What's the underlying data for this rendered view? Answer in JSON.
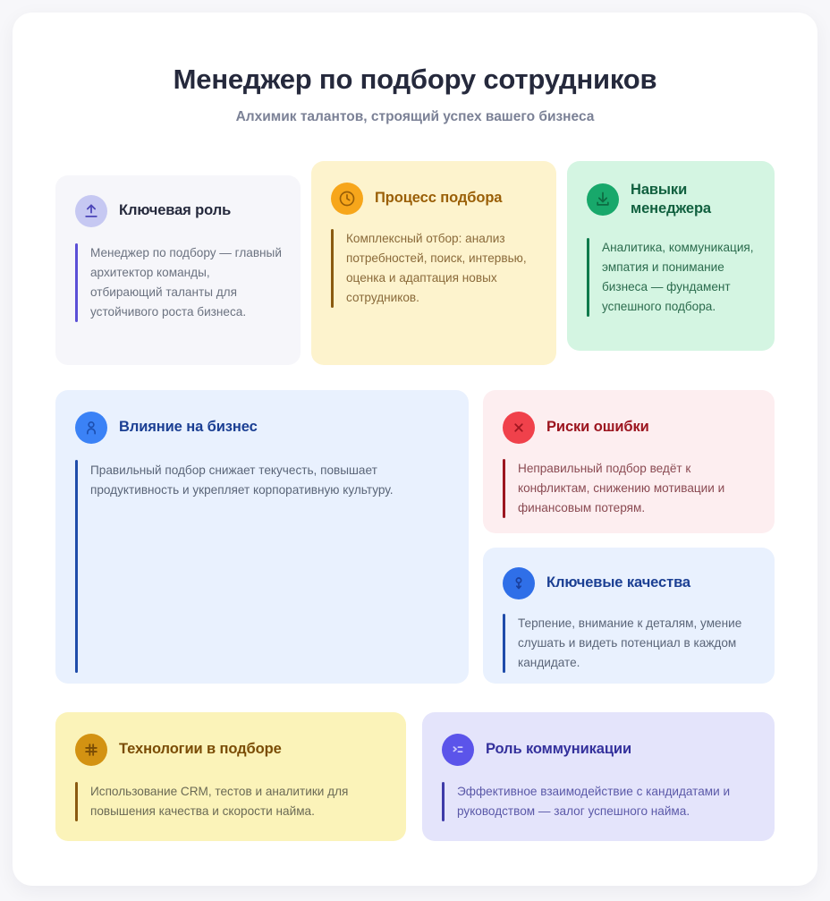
{
  "header": {
    "title": "Менеджер по подбору сотрудников",
    "subtitle": "Алхимик талантов, строящий успех вашего бизнеса",
    "title_color": "#25293c",
    "subtitle_color": "#7b8196"
  },
  "page": {
    "background": "#f7f7fa",
    "card_background": "#ffffff"
  },
  "cards": [
    {
      "id": "key-role",
      "icon": "upload-icon",
      "title": "Ключевая роль",
      "text": "Менеджер по подбору — главный архитектор команды, отбирающий таланты для устойчивого роста бизнеса.",
      "background": "#f6f6fa",
      "icon_bg": "#c6c8f2",
      "icon_color": "#4b45b8",
      "title_color": "#25293c",
      "text_color": "#6b7280",
      "accent": "#5b4fd6"
    },
    {
      "id": "process",
      "icon": "clock-icon",
      "title": "Процесс подбора",
      "text": "Комплексный отбор: анализ потребностей, поиск, интервью, оценка и адаптация новых сотрудников.",
      "background": "#fdf3cd",
      "icon_bg": "#f7a61b",
      "icon_color": "#9a5f07",
      "title_color": "#9a5f07",
      "text_color": "#8a6a3a",
      "accent": "#8a5a10"
    },
    {
      "id": "skills",
      "icon": "download-icon",
      "title": "Навыки менеджера",
      "text": "Аналитика, коммуникация, эмпатия и понимание бизнеса — фундамент успешного подбора.",
      "background": "#d4f5e2",
      "icon_bg": "#18a86b",
      "icon_color": "#0d6b42",
      "title_color": "#11603f",
      "text_color": "#2b6b4d",
      "accent": "#0f7a4c"
    },
    {
      "id": "impact",
      "icon": "user-icon",
      "title": "Влияние на бизнес",
      "text": "Правильный подбор снижает текучесть, повышает продуктивность и укрепляет корпоративную культуру.",
      "background": "#e9f1fe",
      "icon_bg": "#3b82f6",
      "icon_color": "#1c4fb0",
      "title_color": "#1b3f93",
      "text_color": "#5a6578",
      "accent": "#1f4caa"
    },
    {
      "id": "risks",
      "icon": "close-circle-icon",
      "title": "Риски ошибки",
      "text": "Неправильный подбор ведёт к конфликтам, снижению мотивации и финансовым потерям.",
      "background": "#fdeef0",
      "icon_bg": "#f0414b",
      "icon_color": "#a01620",
      "title_color": "#9c1620",
      "text_color": "#8a4a52",
      "accent": "#9c1620"
    },
    {
      "id": "qualities",
      "icon": "pin-down-icon",
      "title": "Ключевые качества",
      "text": "Терпение, внимание к деталям, умение слушать и видеть потенциал в каждом кандидате.",
      "background": "#e9f1fe",
      "icon_bg": "#2f6fe8",
      "icon_color": "#1a3f9c",
      "title_color": "#1b3f93",
      "text_color": "#5a6578",
      "accent": "#1f4caa"
    },
    {
      "id": "tech",
      "icon": "hash-icon",
      "title": "Технологии в подборе",
      "text": "Использование CRM, тестов и аналитики для повышения качества и скорости найма.",
      "background": "#fbf3b9",
      "icon_bg": "#d39212",
      "icon_color": "#7a4c05",
      "title_color": "#7a4c05",
      "text_color": "#6b6a55",
      "accent": "#8a5a10"
    },
    {
      "id": "communication",
      "icon": "terminal-icon",
      "title": "Роль коммуникации",
      "text": "Эффективное взаимодействие с кандидатами и руководством — залог успешного найма.",
      "background": "#e4e4fb",
      "icon_bg": "#5b54ea",
      "icon_color": "#c9c7fb",
      "title_color": "#34319c",
      "text_color": "#5b59a8",
      "accent": "#3e3ba8"
    }
  ]
}
